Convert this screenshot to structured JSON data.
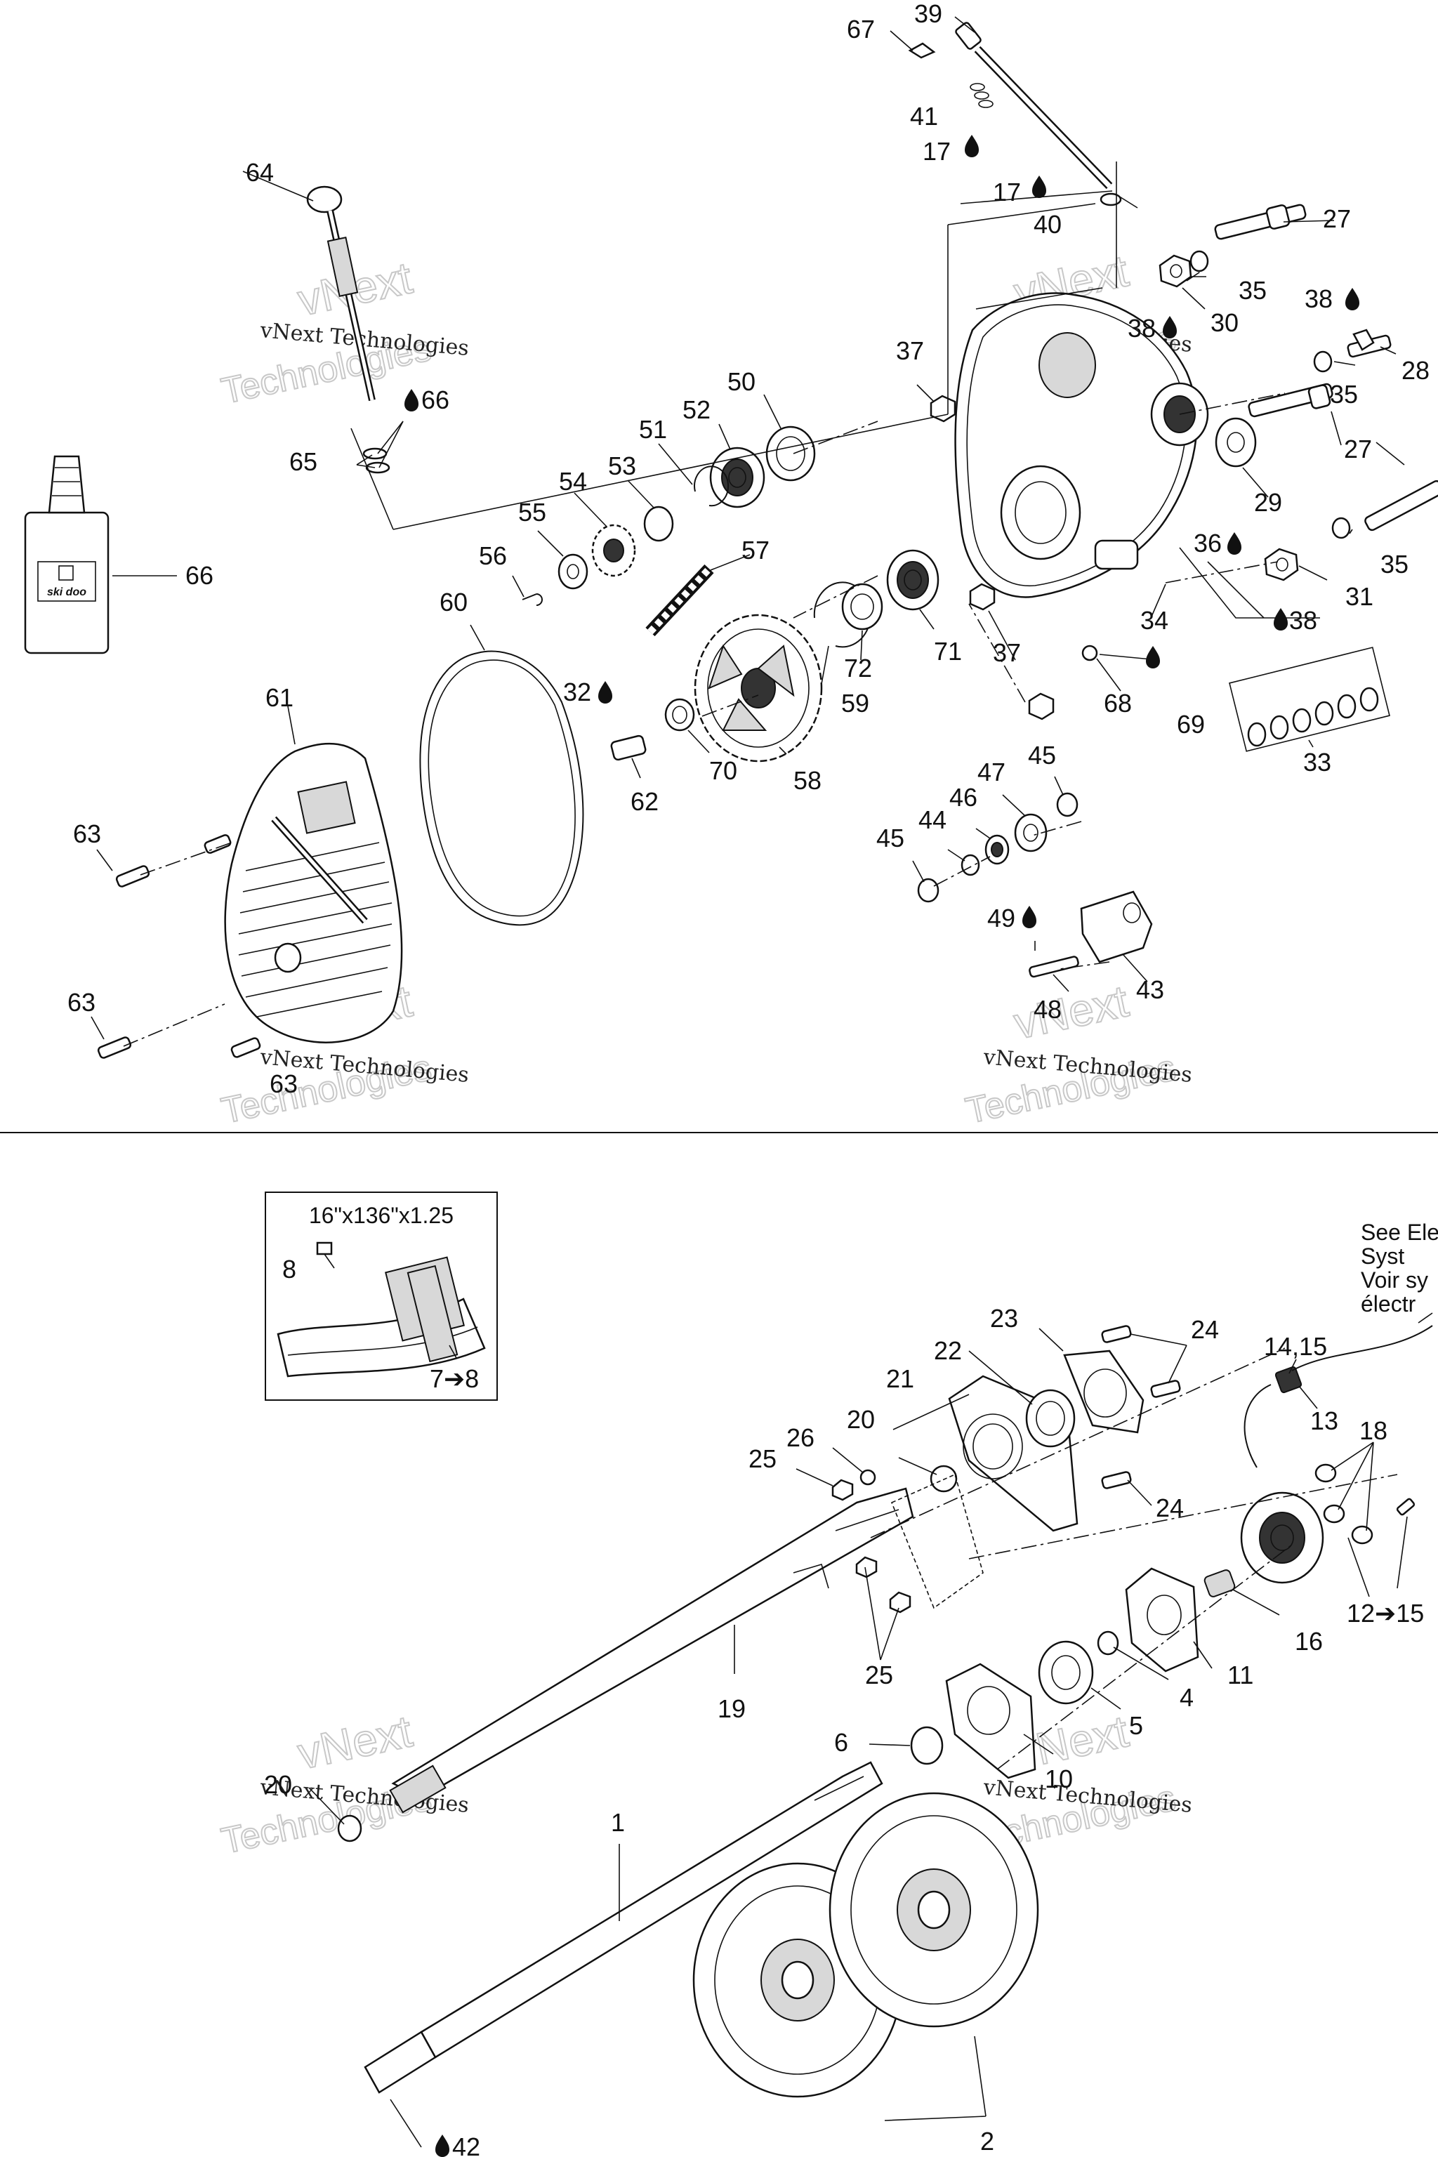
{
  "labels": [
    {
      "id": "39",
      "text": "39"
    },
    {
      "id": "67",
      "text": "67"
    },
    {
      "id": "41",
      "text": "41"
    },
    {
      "id": "17a",
      "text": "17"
    },
    {
      "id": "17b",
      "text": "17"
    },
    {
      "id": "40",
      "text": "40"
    },
    {
      "id": "27a",
      "text": "27"
    },
    {
      "id": "35a",
      "text": "35"
    },
    {
      "id": "30",
      "text": "30"
    },
    {
      "id": "38a",
      "text": "38"
    },
    {
      "id": "38b",
      "text": "38"
    },
    {
      "id": "28",
      "text": "28"
    },
    {
      "id": "35b",
      "text": "35"
    },
    {
      "id": "27b",
      "text": "27"
    },
    {
      "id": "29",
      "text": "29"
    },
    {
      "id": "36",
      "text": "36"
    },
    {
      "id": "35c",
      "text": "35"
    },
    {
      "id": "31",
      "text": "31"
    },
    {
      "id": "38c",
      "text": "38"
    },
    {
      "id": "34",
      "text": "34"
    },
    {
      "id": "33",
      "text": "33"
    },
    {
      "id": "64",
      "text": "64"
    },
    {
      "id": "66a",
      "text": "66"
    },
    {
      "id": "65",
      "text": "65"
    },
    {
      "id": "66b",
      "text": "66"
    },
    {
      "id": "37a",
      "text": "37"
    },
    {
      "id": "50",
      "text": "50"
    },
    {
      "id": "52",
      "text": "52"
    },
    {
      "id": "51",
      "text": "51"
    },
    {
      "id": "53",
      "text": "53"
    },
    {
      "id": "54",
      "text": "54"
    },
    {
      "id": "55",
      "text": "55"
    },
    {
      "id": "56",
      "text": "56"
    },
    {
      "id": "57",
      "text": "57"
    },
    {
      "id": "60",
      "text": "60"
    },
    {
      "id": "71",
      "text": "71"
    },
    {
      "id": "72",
      "text": "72"
    },
    {
      "id": "59",
      "text": "59"
    },
    {
      "id": "37b",
      "text": "37"
    },
    {
      "id": "68",
      "text": "68"
    },
    {
      "id": "69",
      "text": "69"
    },
    {
      "id": "32",
      "text": "32"
    },
    {
      "id": "70",
      "text": "70"
    },
    {
      "id": "58",
      "text": "58"
    },
    {
      "id": "62",
      "text": "62"
    },
    {
      "id": "61",
      "text": "61"
    },
    {
      "id": "63a",
      "text": "63"
    },
    {
      "id": "63b",
      "text": "63"
    },
    {
      "id": "63c",
      "text": "63"
    },
    {
      "id": "47",
      "text": "47"
    },
    {
      "id": "45a",
      "text": "45"
    },
    {
      "id": "46",
      "text": "46"
    },
    {
      "id": "44",
      "text": "44"
    },
    {
      "id": "45b",
      "text": "45"
    },
    {
      "id": "49",
      "text": "49"
    },
    {
      "id": "48",
      "text": "48"
    },
    {
      "id": "43",
      "text": "43"
    },
    {
      "id": "8",
      "text": "8"
    },
    {
      "id": "7-8",
      "text": "7➔8"
    },
    {
      "id": "23",
      "text": "23"
    },
    {
      "id": "24a",
      "text": "24"
    },
    {
      "id": "22",
      "text": "22"
    },
    {
      "id": "21",
      "text": "21"
    },
    {
      "id": "20a",
      "text": "20"
    },
    {
      "id": "26",
      "text": "26"
    },
    {
      "id": "25a",
      "text": "25"
    },
    {
      "id": "24b",
      "text": "24"
    },
    {
      "id": "14-15",
      "text": "14,15"
    },
    {
      "id": "13",
      "text": "13"
    },
    {
      "id": "18",
      "text": "18"
    },
    {
      "id": "12-15",
      "text": "12➔15"
    },
    {
      "id": "16",
      "text": "16"
    },
    {
      "id": "11",
      "text": "11"
    },
    {
      "id": "4",
      "text": "4"
    },
    {
      "id": "5",
      "text": "5"
    },
    {
      "id": "25b",
      "text": "25"
    },
    {
      "id": "19",
      "text": "19"
    },
    {
      "id": "6",
      "text": "6"
    },
    {
      "id": "10",
      "text": "10"
    },
    {
      "id": "20b",
      "text": "20"
    },
    {
      "id": "1",
      "text": "1"
    },
    {
      "id": "2",
      "text": "2"
    },
    {
      "id": "42",
      "text": "42"
    }
  ],
  "track_spec": "16\"x136\"x1.25",
  "bottle_brand": "ski doo",
  "see_note": [
    "See Ele",
    "Syst",
    "Voir sy",
    "électr"
  ],
  "watermarks": {
    "line1": "vNext Technologies",
    "big_top": "vNext",
    "big_bottom": "Technologies"
  }
}
